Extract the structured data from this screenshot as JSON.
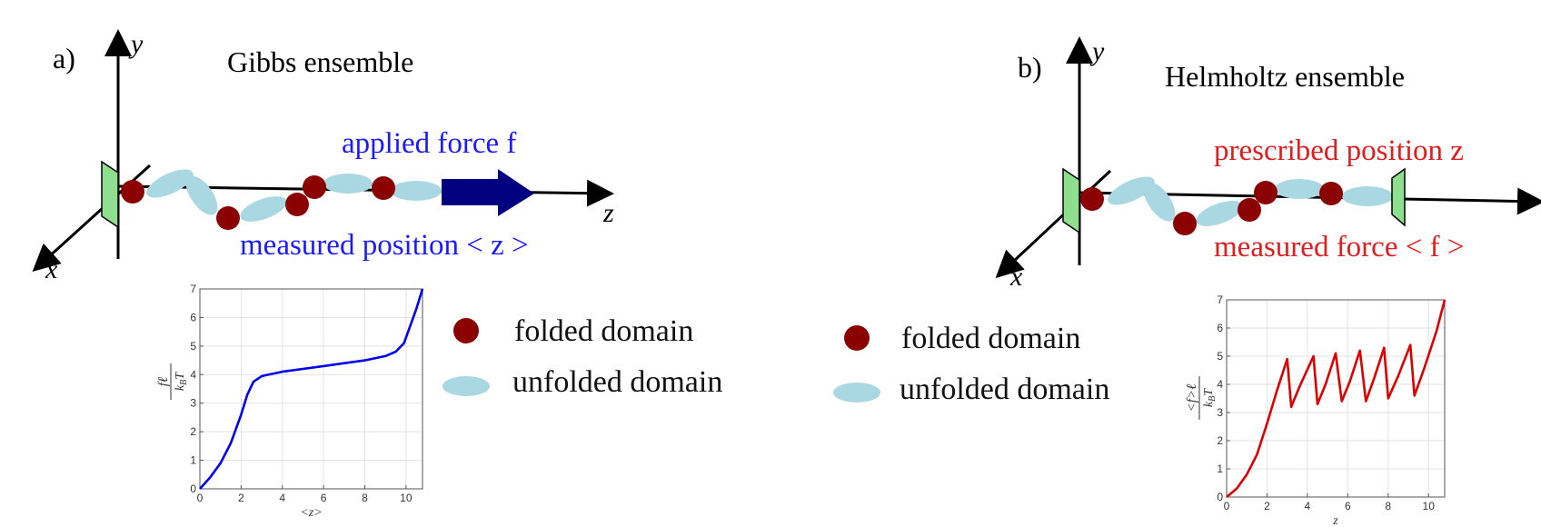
{
  "panel_a": {
    "letter": "a)",
    "title": "Gibbs ensemble",
    "axis_y": "y",
    "axis_x": "x",
    "axis_z": "z",
    "top_annotation": "applied force f",
    "bottom_annotation": "measured position < z >",
    "annotation_color": "#1a1aff",
    "legend": {
      "folded": "folded domain",
      "unfolded": "unfolded domain"
    }
  },
  "panel_b": {
    "letter": "b)",
    "title": "Helmholtz ensemble",
    "axis_y": "y",
    "axis_x": "x",
    "axis_z": "z",
    "top_annotation": "prescribed position z",
    "bottom_annotation": "measured force < f >",
    "annotation_color": "#e11d1d",
    "legend": {
      "folded": "folded domain",
      "unfolded": "unfolded domain"
    }
  },
  "colors": {
    "folded": "#8b0000",
    "unfolded": "#a9d8e3",
    "plate": "#8ee08e",
    "force_arrow": "#000080"
  },
  "chart_data": [
    {
      "type": "line",
      "title": "",
      "xlabel": "<z>",
      "ylabel": "fℓ / k_B T",
      "xlim": [
        0,
        10.8
      ],
      "ylim": [
        0,
        7
      ],
      "xticks": [
        0,
        2,
        4,
        6,
        8,
        10
      ],
      "yticks": [
        0,
        1,
        2,
        3,
        4,
        5,
        6,
        7
      ],
      "grid": true,
      "series": [
        {
          "color": "#0000ee",
          "x": [
            0,
            0.5,
            1.0,
            1.5,
            2.0,
            2.3,
            2.6,
            3.0,
            4.0,
            5.0,
            6.0,
            7.0,
            8.0,
            9.0,
            9.5,
            9.9,
            10.2,
            10.5,
            10.8
          ],
          "y": [
            0,
            0.4,
            0.9,
            1.6,
            2.6,
            3.3,
            3.75,
            3.95,
            4.1,
            4.2,
            4.3,
            4.4,
            4.5,
            4.65,
            4.8,
            5.1,
            5.7,
            6.3,
            7.0
          ]
        }
      ]
    },
    {
      "type": "line",
      "title": "",
      "xlabel": "z",
      "ylabel": "<f>ℓ / k_B T",
      "xlim": [
        0,
        10.8
      ],
      "ylim": [
        0,
        7
      ],
      "xticks": [
        0,
        2,
        4,
        6,
        8,
        10
      ],
      "yticks": [
        0,
        1,
        2,
        3,
        4,
        5,
        6,
        7
      ],
      "grid": true,
      "series": [
        {
          "color": "#dd0000",
          "x": [
            0,
            0.5,
            1.0,
            1.5,
            2.0,
            2.5,
            3.0,
            3.2,
            3.6,
            4.3,
            4.5,
            4.9,
            5.4,
            5.7,
            6.1,
            6.6,
            6.9,
            7.3,
            7.8,
            8.0,
            8.5,
            9.1,
            9.3,
            9.8,
            10.4,
            10.8
          ],
          "y": [
            0,
            0.3,
            0.8,
            1.5,
            2.6,
            3.8,
            4.9,
            3.2,
            3.9,
            5.0,
            3.3,
            4.0,
            5.1,
            3.4,
            4.1,
            5.2,
            3.4,
            4.2,
            5.3,
            3.5,
            4.3,
            5.4,
            3.6,
            4.6,
            5.9,
            7.0
          ]
        }
      ]
    }
  ]
}
